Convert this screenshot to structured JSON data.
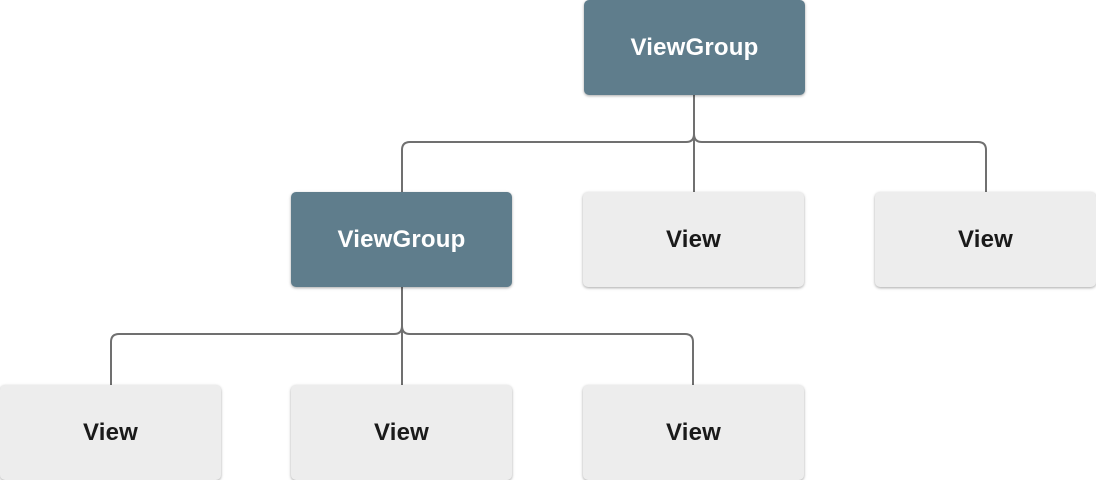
{
  "diagram": {
    "type": "tree",
    "nodes": {
      "root": {
        "label": "ViewGroup",
        "kind": "viewgroup"
      },
      "child_left": {
        "label": "ViewGroup",
        "kind": "viewgroup"
      },
      "child_middle": {
        "label": "View",
        "kind": "view"
      },
      "child_right": {
        "label": "View",
        "kind": "view"
      },
      "leaf_left": {
        "label": "View",
        "kind": "view"
      },
      "leaf_middle": {
        "label": "View",
        "kind": "view"
      },
      "leaf_right": {
        "label": "View",
        "kind": "view"
      }
    },
    "edges": [
      {
        "from": "root",
        "to": "child_left"
      },
      {
        "from": "root",
        "to": "child_middle"
      },
      {
        "from": "root",
        "to": "child_right"
      },
      {
        "from": "child_left",
        "to": "leaf_left"
      },
      {
        "from": "child_left",
        "to": "leaf_middle"
      },
      {
        "from": "child_left",
        "to": "leaf_right"
      }
    ],
    "colors": {
      "viewgroup_bg": "#5f7d8c",
      "viewgroup_text": "#ffffff",
      "view_bg": "#ededed",
      "view_text": "#1a1a1a",
      "edge_line": "#707070",
      "background": "#ffffff"
    }
  }
}
